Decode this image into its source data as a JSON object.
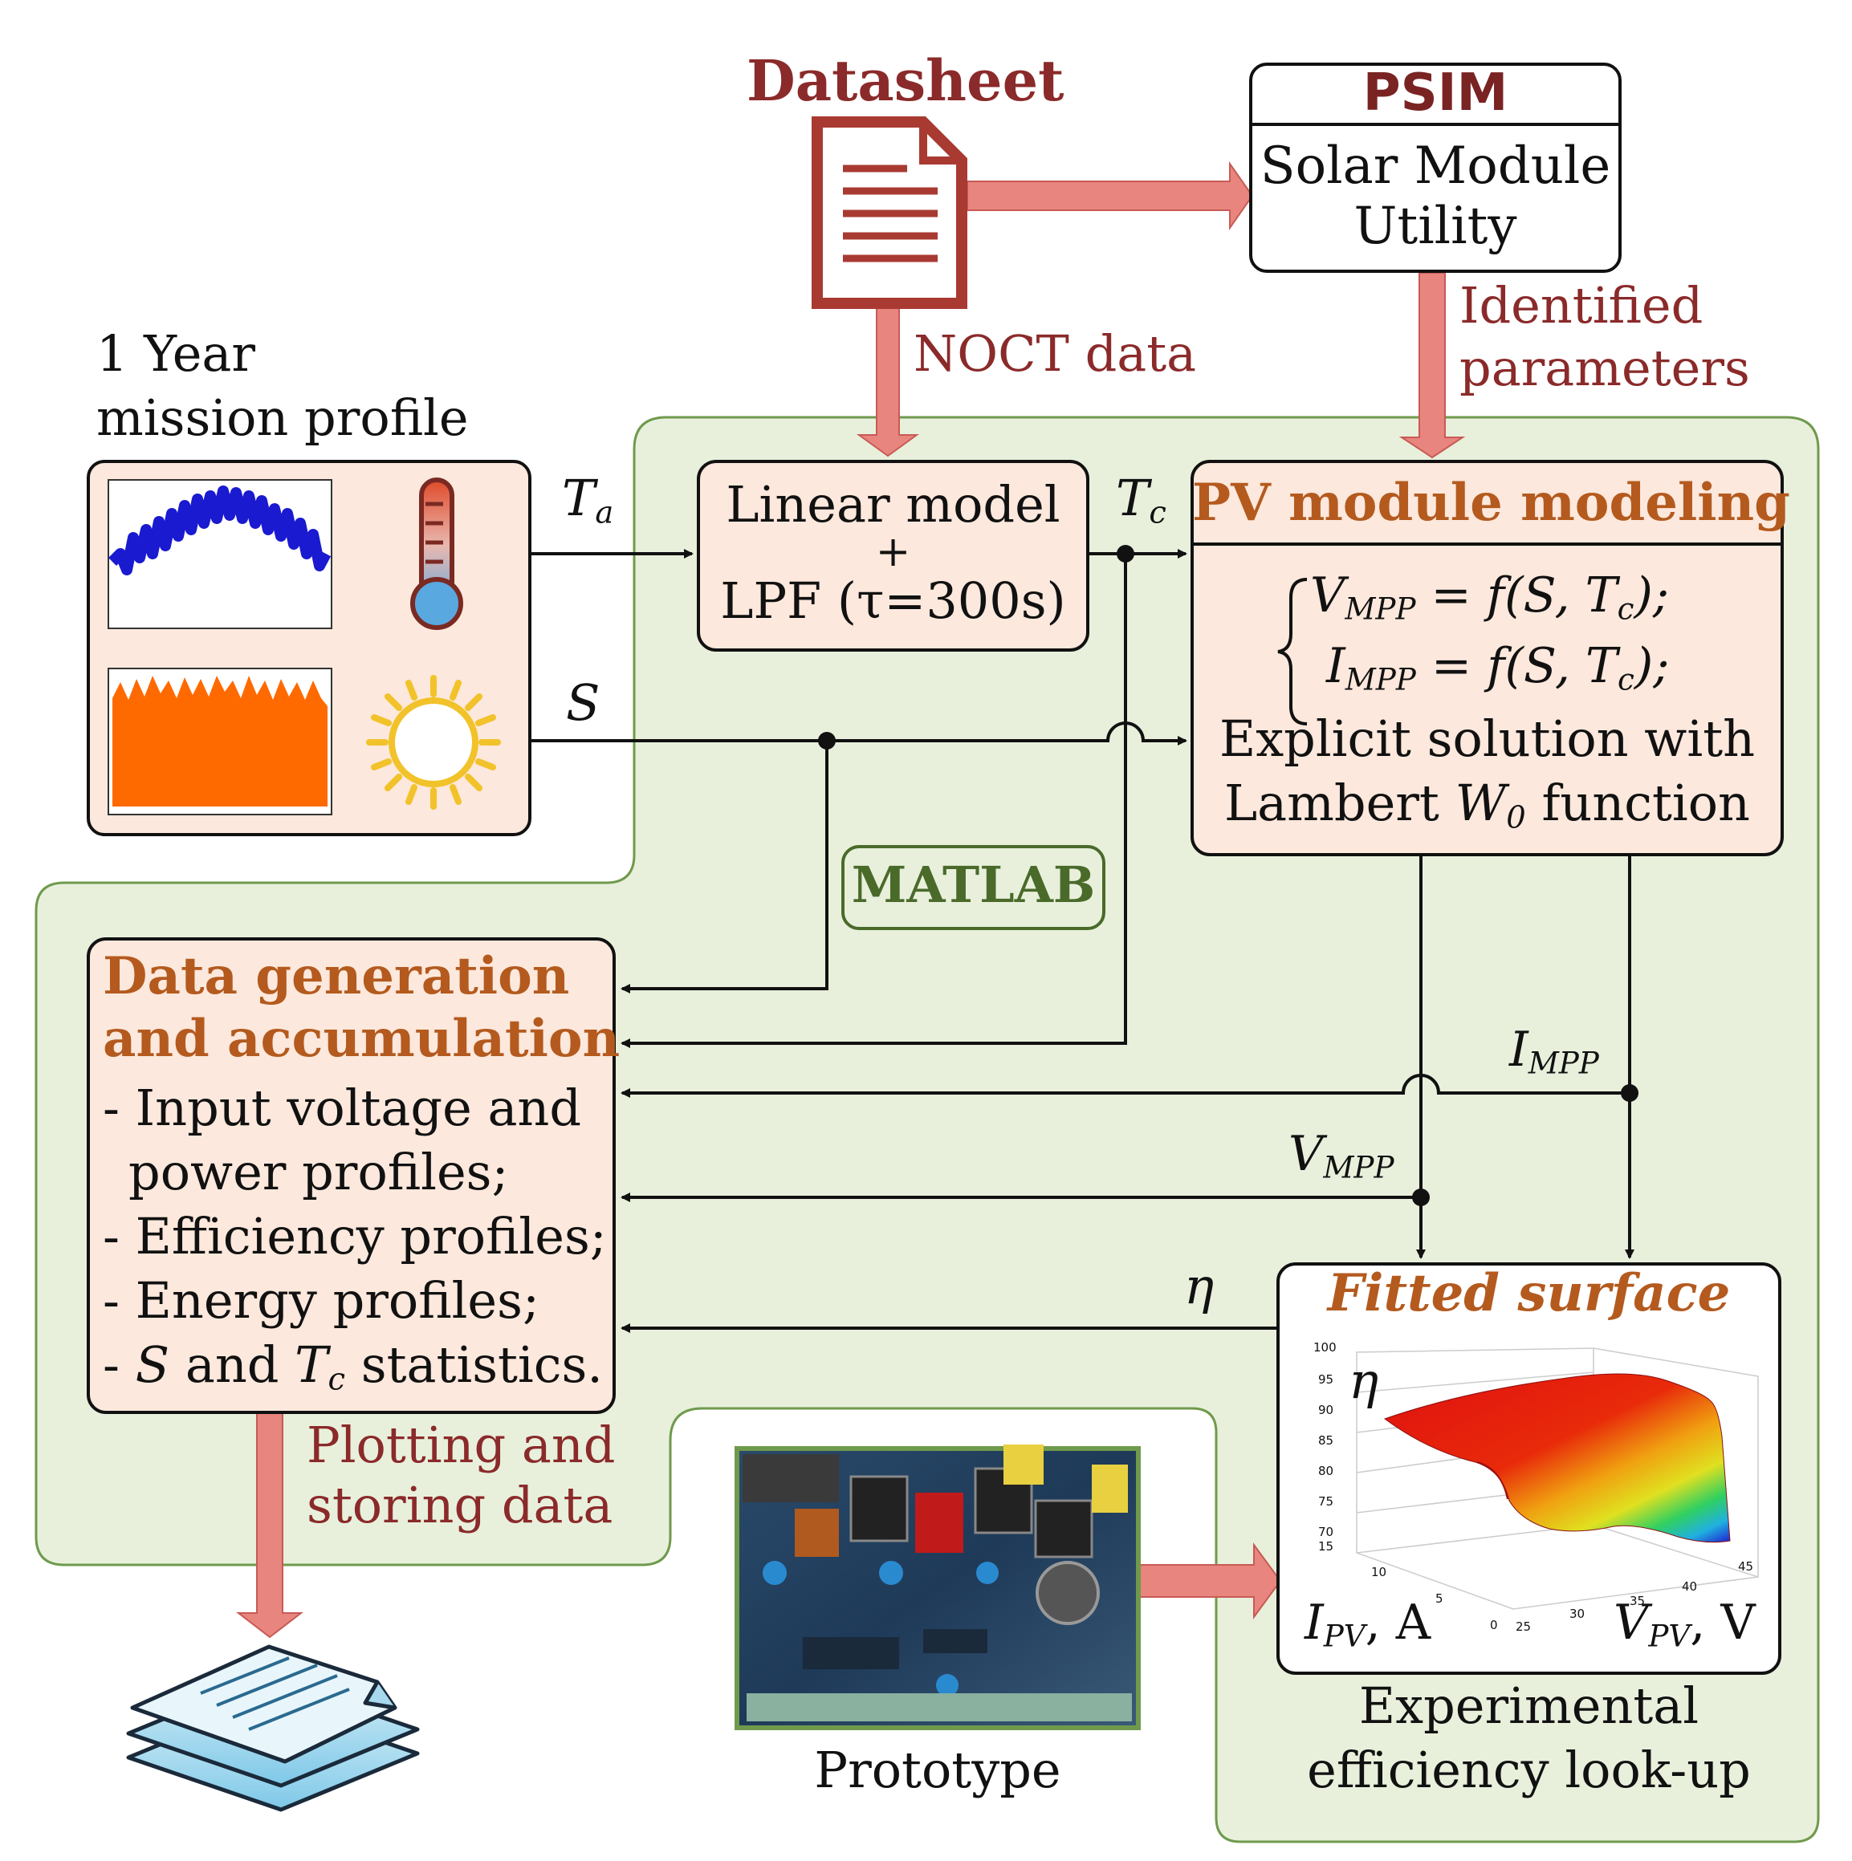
{
  "datasheet": {
    "title": "Datasheet",
    "icon": "document-icon"
  },
  "psim": {
    "title": "PSIM",
    "line1": "Solar Module",
    "line2": "Utility"
  },
  "labels": {
    "noct": "NOCT data",
    "identified1": "Identified",
    "identified2": "parameters",
    "mission1": "1 Year",
    "mission2": "mission profile",
    "ta": "T",
    "ta_sub": "a",
    "tc": "T",
    "tc_sub": "c",
    "s": "S",
    "matlab": "MATLAB",
    "impp": "I",
    "impp_sub": "MPP",
    "vmpp": "V",
    "vmpp_sub": "MPP",
    "eta": "η",
    "plotting1": "Plotting and",
    "plotting2": "storing data",
    "prototype": "Prototype",
    "experimental1": "Experimental",
    "experimental2": "efficiency look-up"
  },
  "linear": {
    "line1": "Linear model",
    "line2": "+",
    "line3": "LPF (τ=300s)"
  },
  "pv": {
    "title": "PV module modeling",
    "eq1_var": "V",
    "eq1_sub": "MPP",
    "eq1_rhs": " = f(S, T",
    "eq1_sub2": "c",
    "eq1_end": ");",
    "eq2_var": "I",
    "eq2_sub": "MPP",
    "eq2_rhs": " = f(S, T",
    "eq2_sub2": "c",
    "eq2_end": ");",
    "line3": "Explicit solution with",
    "line4a": "Lambert ",
    "line4_w": "W",
    "line4_sub": "0",
    "line4b": " function"
  },
  "datagen": {
    "title1": "Data generation",
    "title2": "and accumulation",
    "item1a": "- Input voltage and",
    "item1b": "power profiles;",
    "item2": "- Efficiency profiles;",
    "item3": "- Energy profiles;",
    "item4a": "- ",
    "item4_s": "S",
    "item4_and": " and ",
    "item4_t": "T",
    "item4_sub": "c",
    "item4b": " statistics."
  },
  "fitted": {
    "title": "Fitted surface",
    "eta": "η",
    "x_label": "I",
    "x_sub": "PV",
    "x_unit": ", A",
    "y_label": "V",
    "y_sub": "PV",
    "y_unit": ", V",
    "z_ticks": [
      "100",
      "95",
      "90",
      "85",
      "80",
      "75",
      "70"
    ],
    "i_ticks": [
      "15",
      "10",
      "5",
      "0"
    ],
    "v_ticks": [
      "25",
      "30",
      "35",
      "40",
      "45"
    ]
  },
  "colors": {
    "pink_arrow": "#e8857f",
    "green_region": "#e8f0dc",
    "green_border": "#6f9a4c",
    "box_fill": "#fce8dc",
    "brown_title": "#b45a1e",
    "maroon_text": "#8b2a2a"
  }
}
